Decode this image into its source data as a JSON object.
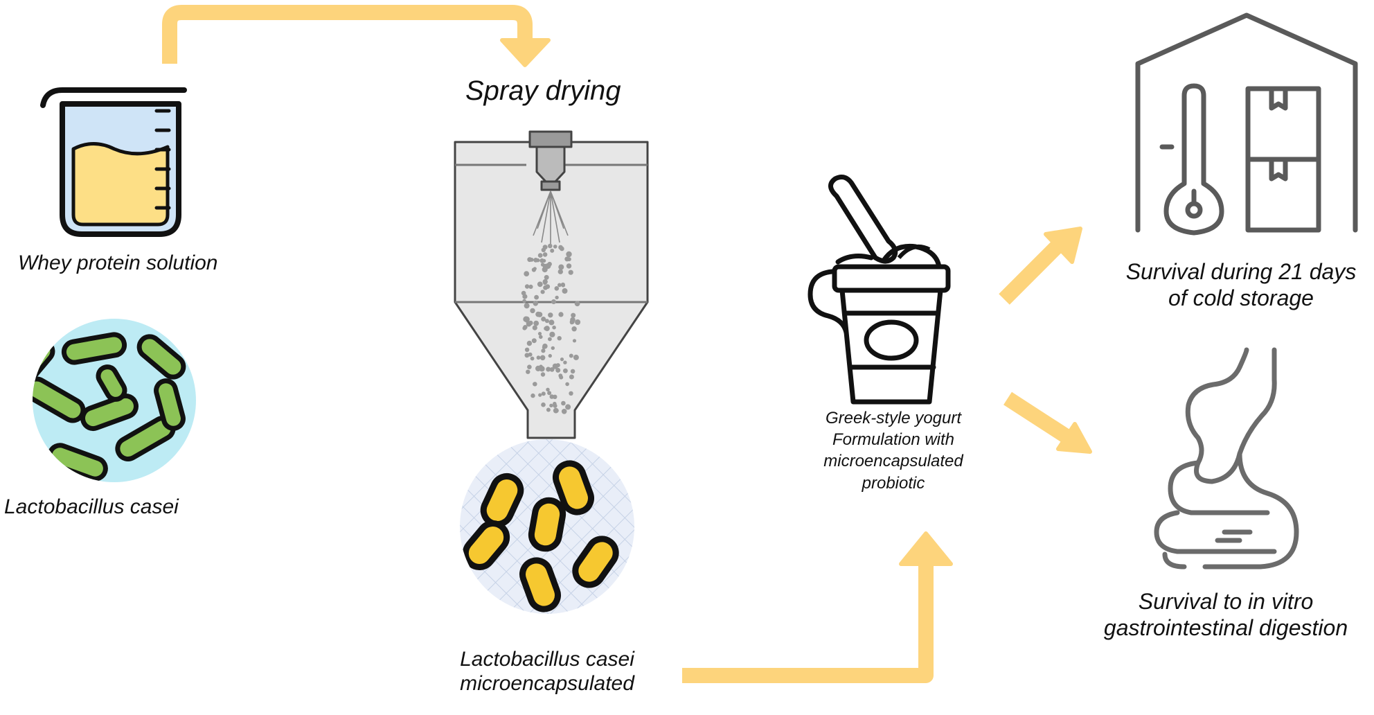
{
  "labels": {
    "spray_drying": "Spray drying",
    "whey": "Whey protein solution",
    "casei": "Lactobacillus casei",
    "micro_line1": "Lactobacillus casei",
    "micro_line2": "microencapsulated",
    "yogurt_line1": "Greek-style yogurt",
    "yogurt_line2": "Formulation with",
    "yogurt_line3": "microencapsulated",
    "yogurt_line4": "probiotic",
    "storage_line1": "Survival during 21 days",
    "storage_line2": "of cold storage",
    "digestion_line1": "Survival to in vitro",
    "digestion_line2": "gastrointestinal digestion"
  },
  "icons": {
    "beaker": "beaker-icon",
    "bacteria": "bacteria-icon",
    "spray_dryer": "spray-dryer-icon",
    "capsules": "microcapsules-icon",
    "yogurt": "yogurt-cup-icon",
    "warehouse": "cold-storage-icon",
    "stomach": "stomach-icon"
  },
  "colors": {
    "arrow": "#fdd47c",
    "liquid": "#fddf86",
    "beaker_glass": "#cfe4f7",
    "bacteria_bg": "#bdebf4",
    "bacteria_cell": "#8cc356",
    "capsule": "#f6c830",
    "dryer_body": "#e7e7e7",
    "line_dark": "#111111",
    "line_gray": "#5a5a5a"
  }
}
